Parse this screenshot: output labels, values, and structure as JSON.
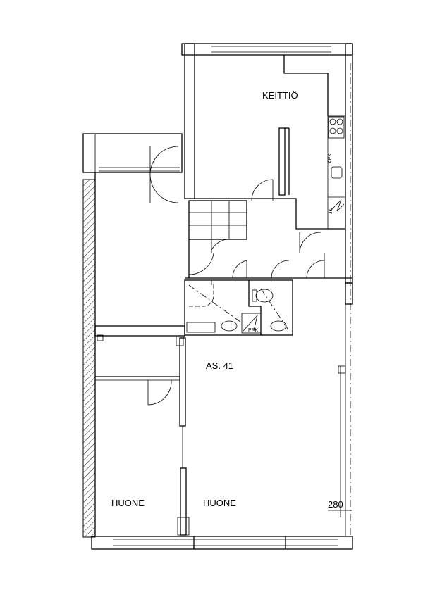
{
  "rooms": {
    "kitchen": "KEITTIÖ",
    "apartment": "AS. 41",
    "room_left": "HUONE",
    "room_right": "HUONE"
  },
  "dimension": "280",
  "fixtures": {
    "apk": "APK",
    "jk": "JK",
    "ppk": "PPK"
  }
}
